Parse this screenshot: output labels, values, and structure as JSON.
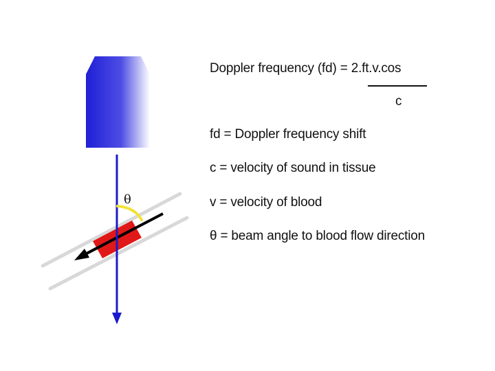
{
  "formula": {
    "lhs": "Doppler frequency (fd) = ",
    "numerator": "2.ft.v.cos",
    "denominator": "c"
  },
  "definitions": {
    "fd": "fd = Doppler frequency shift",
    "c": "c = velocity of sound in tissue",
    "v": "v = velocity of blood",
    "theta": "θ = beam angle to blood flow direction"
  },
  "diagram": {
    "angle_label": "θ",
    "colors": {
      "transducer_dark": "#1f1fd6",
      "transducer_light": "#ffffff",
      "beam": "#1a1acc",
      "vessel_wall": "#d8d8d8",
      "blood": "#e01818",
      "angle_arc": "#f2e23a",
      "flow_arrow": "#000000"
    }
  }
}
